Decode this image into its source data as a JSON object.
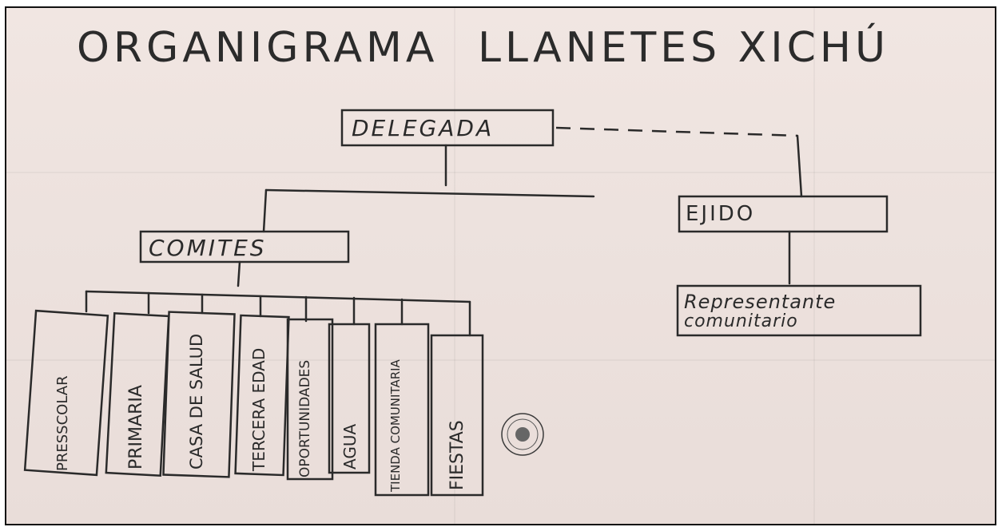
{
  "title": {
    "left": "ORGANIGRAMA",
    "right": "LLANETES  XICHÚ"
  },
  "nodes": {
    "root": "DELEGADA",
    "comites": "COMITES",
    "ejido": "EJIDO",
    "representante_line1": "Representante",
    "representante_line2": "comunitario"
  },
  "committees": [
    "PRESSCOLAR",
    "PRIMARIA",
    "CASA DE SALUD",
    "TERCERA EDAD",
    "OPORTUNIDADES",
    "AGUA",
    "TIENDA COMUNITARIA",
    "FIESTAS"
  ],
  "colors": {
    "paper": "#ede2de",
    "ink": "#2a2a2a"
  },
  "icons": [
    "stamp-seal-icon"
  ]
}
